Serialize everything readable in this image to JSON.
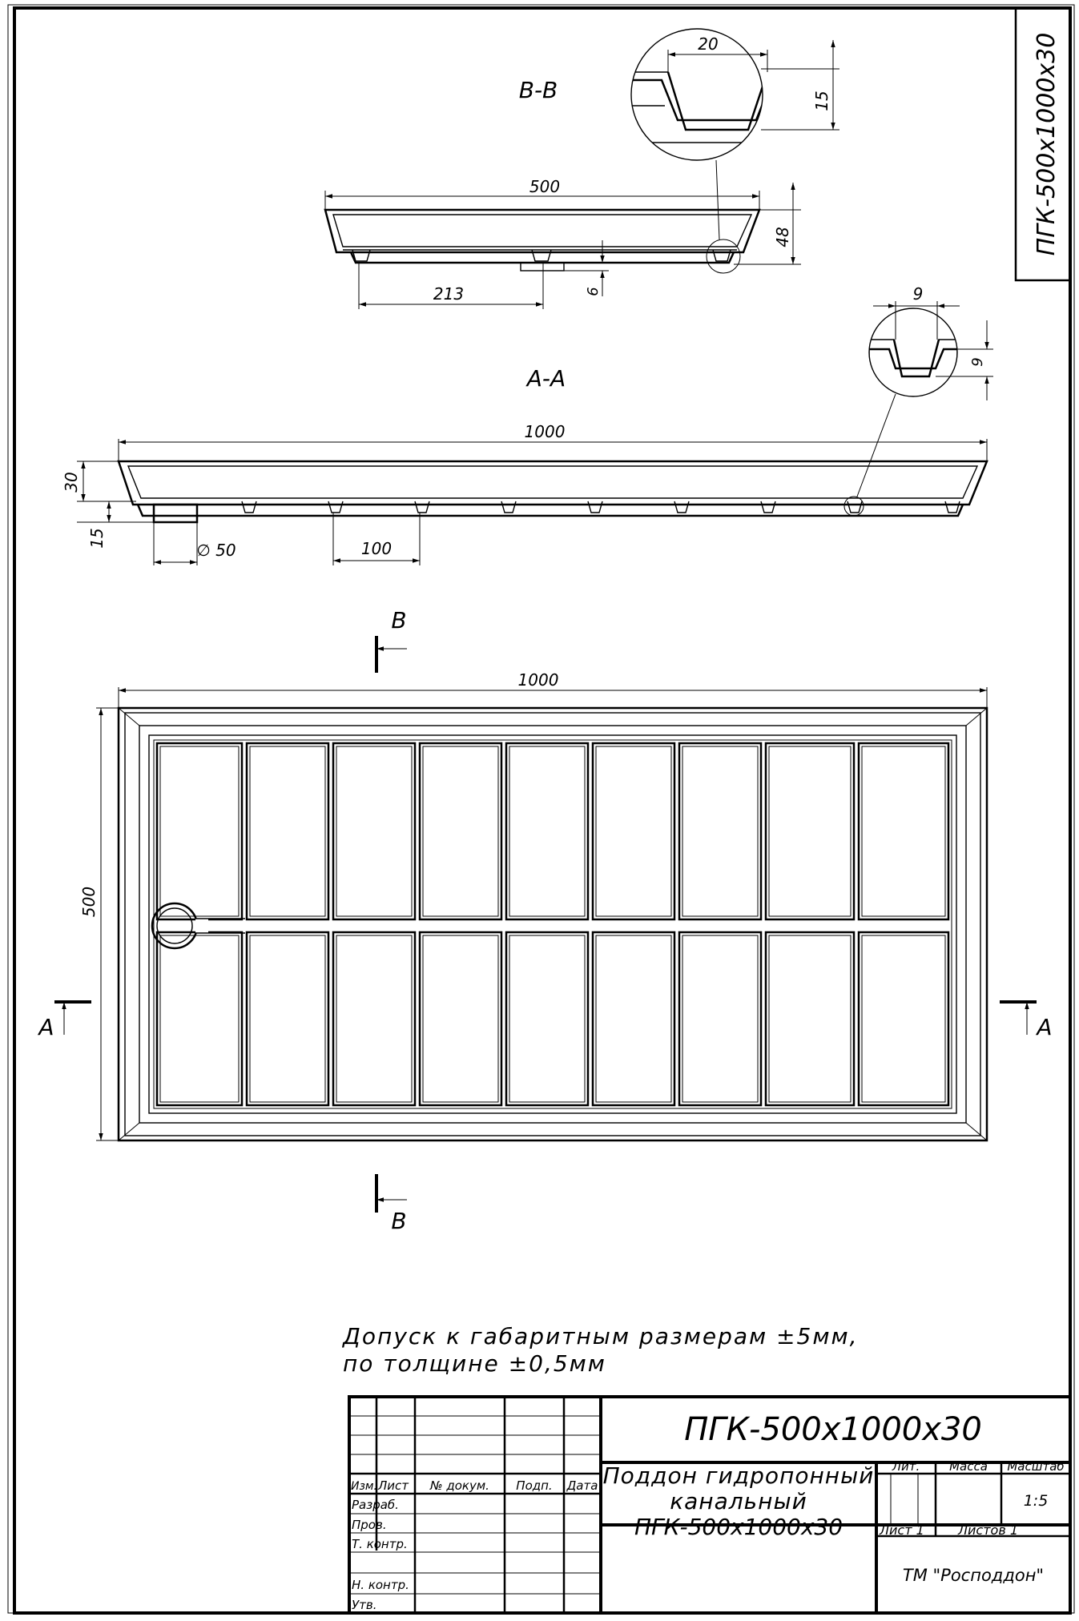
{
  "drawing": {
    "side_stamp": "ПГК-500х1000х30",
    "section_bb": {
      "label": "В-В",
      "dim_width": "500",
      "dim_height": "48",
      "dim_offset": "213",
      "dim_bottom": "6",
      "detail_width": "20",
      "detail_height": "15"
    },
    "section_aa": {
      "label": "А-А",
      "dim_length": "1000",
      "dim_height": "30",
      "dim_foot": "15",
      "dim_drain": "∅ 50",
      "dim_pitch": "100",
      "detail_width": "9",
      "detail_height": "9"
    },
    "plan": {
      "dim_length": "1000",
      "dim_width": "500",
      "cut_b_top": "В",
      "cut_b_bottom": "В",
      "cut_a_left": "А",
      "cut_a_right": "А"
    },
    "note_line1": "Допуск к габаритным размерам ±5мм,",
    "note_line2": "по толщине ±0,5мм"
  },
  "title_block": {
    "designation": "ПГК-500х1000х30",
    "name_line1": "Поддон гидропонный",
    "name_line2": "канальный",
    "name_line3": "ПГК-500х1000х30",
    "col_izm": "Изм.",
    "col_list": "Лист",
    "col_doc": "№ докум.",
    "col_sign": "Подп.",
    "col_date": "Дата",
    "row_razrab": "Разраб.",
    "row_prov": "Пров.",
    "row_tkontr": "Т. контр.",
    "row_nkontr": "Н. контр.",
    "row_utv": "Утв.",
    "lit_label": "Лит.",
    "mass_label": "Масса",
    "scale_label": "Масштаб",
    "scale_value": "1:5",
    "sheet_label": "Лист 1",
    "sheets_label": "Листов 1",
    "company": "ТМ \"Росподдон\""
  }
}
